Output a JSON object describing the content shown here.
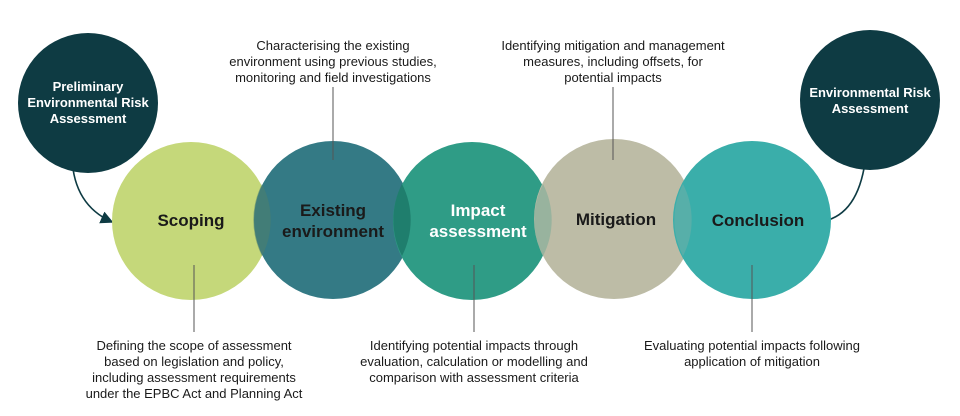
{
  "start_node": {
    "label": "Preliminary\nEnvironmental Risk\nAssessment",
    "color": "#0e3b43"
  },
  "end_node": {
    "label": "Environmental Risk\nAssessment",
    "color": "#0e3b43"
  },
  "stages": [
    {
      "label": "Scoping",
      "color": "#c5d87a",
      "text_color": "#1a1a1a",
      "annotation": "Defining the scope of assessment\nbased on legislation and policy,\nincluding assessment requirements\nunder the EPBC Act and Planning Act"
    },
    {
      "label": "Existing\nenvironment",
      "color": "#347a85",
      "text_color": "#1a1a1a",
      "annotation": "Characterising the existing\nenvironment using previous studies,\nmonitoring and field investigations"
    },
    {
      "label": "Impact\nassessment",
      "color": "#2f9c86",
      "text_color": "#ffffff",
      "annotation": "Identifying potential impacts through\nevaluation, calculation or modelling and\ncomparison with assessment criteria"
    },
    {
      "label": "Mitigation",
      "color": "#bdbca6",
      "text_color": "#1a1a1a",
      "annotation": "Identifying mitigation and management\nmeasures, including offsets, for\npotential impacts"
    },
    {
      "label": "Conclusion",
      "color": "#3aaeaa",
      "text_color": "#1a1a1a",
      "annotation": "Evaluating potential impacts following\napplication of mitigation"
    }
  ]
}
